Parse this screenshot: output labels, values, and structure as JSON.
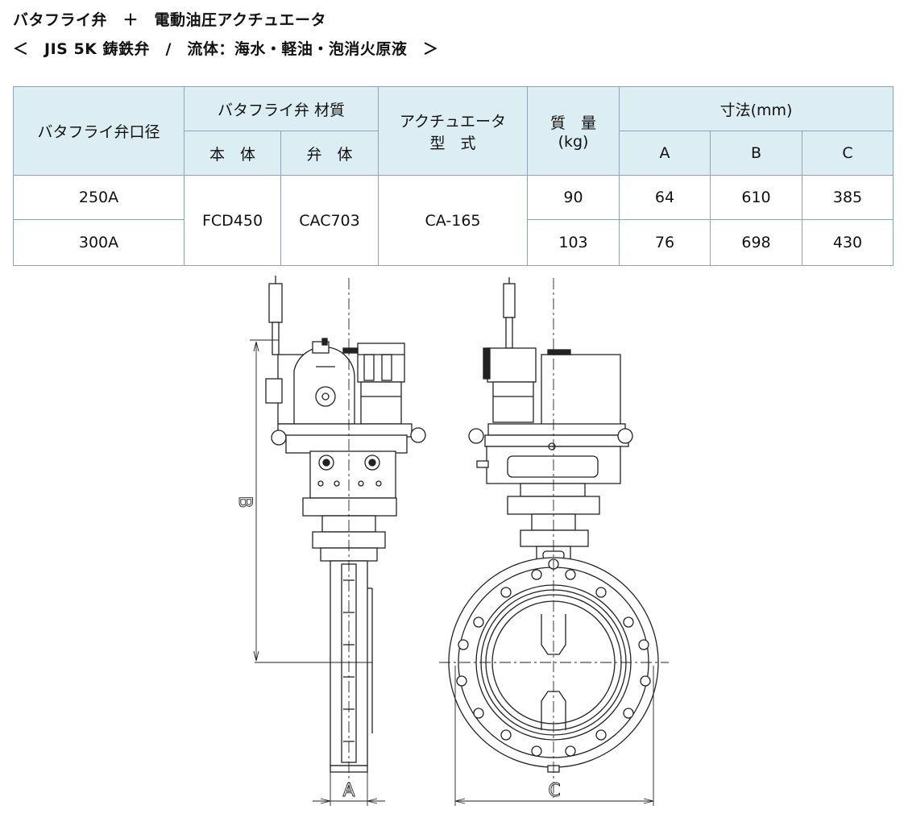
{
  "titles": {
    "line1": "バタフライ弁　＋　電動油圧アクチュエータ",
    "line2": "＜　JIS 5K 鋳鉄弁　/　流体：海水・軽油・泡消火原液　＞"
  },
  "table": {
    "headers": {
      "bore": "バタフライ弁口径",
      "material": "バタフライ弁 材質",
      "body": "本　体",
      "disc": "弁　体",
      "actuator_l1": "アクチュエータ",
      "actuator_l2": "型　式",
      "mass_l1": "質　量",
      "mass_l2": "(kg)",
      "dims": "寸法(mm)",
      "dim_a": "A",
      "dim_b": "B",
      "dim_c": "C"
    },
    "shared": {
      "body": "FCD450",
      "disc": "CAC703",
      "actuator": "CA-165"
    },
    "rows": [
      {
        "bore": "250A",
        "mass": "90",
        "a": "64",
        "b": "610",
        "c": "385"
      },
      {
        "bore": "300A",
        "mass": "103",
        "a": "76",
        "b": "698",
        "c": "430"
      }
    ]
  },
  "drawing": {
    "label_a": "A",
    "label_b": "B",
    "label_c": "C"
  }
}
